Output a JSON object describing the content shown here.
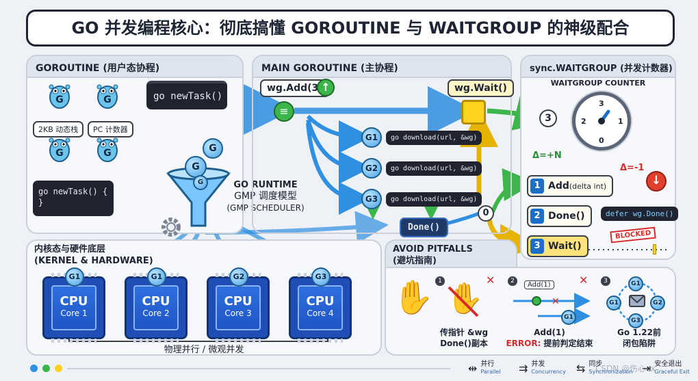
{
  "title": "GO 并发编程核心：彻底搞懂 GOROUTINE 与 WAITGROUP 的神级配合",
  "goroutine_panel": {
    "header": "GOROUTINE (用户态协程)",
    "code": "go newTask()",
    "code_block_line1": "go newTask() {",
    "code_block_line2": "}",
    "chip_stack": "2KB 动态栈",
    "chip_pc": "PC 计数器",
    "gopher_label": "G"
  },
  "scheduler": {
    "label1": "GO RUNTIME",
    "label2": "GMP 调度模型",
    "label3": "(GMP SCHEDULER)",
    "g_label": "G"
  },
  "main_panel": {
    "header": "MAIN GOROUTINE (主协程)",
    "add_label": "wg.Add(3)",
    "wait_label": "wg.Wait()",
    "tasks": [
      {
        "g": "G1",
        "code": "go download(url, &wg)"
      },
      {
        "g": "G2",
        "code": "go download(url, &wg)"
      },
      {
        "g": "G3",
        "code": "go download(url, &wg)"
      }
    ],
    "done_label": "Done()"
  },
  "waitgroup_panel": {
    "header": "sync.WAITGROUP (并发计数器)",
    "counter_title": "WAITGROUP COUNTER",
    "dial_ticks": [
      "3",
      "2",
      "1",
      "0"
    ],
    "counter_badge": "3",
    "zero_badge": "0",
    "delta_plus": "Δ=+N",
    "delta_minus": "Δ=-1",
    "steps": [
      {
        "num": "1",
        "label": "Add",
        "suffix": "(delta int)"
      },
      {
        "num": "2",
        "label": "Done()",
        "suffix": ""
      },
      {
        "num": "3",
        "label": "Wait()",
        "suffix": ""
      }
    ],
    "defer_label": "defer wg.Done()",
    "blocked_label": "BLOCKED"
  },
  "kernel_panel": {
    "header1": "内核态与硬件底层",
    "header2": "(KERNEL & HARDWARE)",
    "cpus": [
      {
        "g": "G1",
        "name": "CPU",
        "core": "Core 1"
      },
      {
        "g": "G1",
        "name": "CPU",
        "core": "Core 2"
      },
      {
        "g": "G2",
        "name": "CPU",
        "core": "Core 3"
      },
      {
        "g": "G3",
        "name": "CPU",
        "core": "Core 4"
      }
    ],
    "footer": "物理并行 / 微观并发"
  },
  "pitfalls_panel": {
    "header1": "AVOID PITFALLS",
    "header2": "(避坑指南)",
    "item1_num": "1",
    "item1_line1": "传指针 &wg",
    "item1_line2": "Done()副本",
    "item2_num": "2",
    "item2_tag": "Add(1)",
    "item2_line1": "Add(1)",
    "item2_error": "ERROR:",
    "item2_error_text": "提前判定结束",
    "item2_g": "G1",
    "item3_num": "3",
    "item3_line1": "Go 1.22前",
    "item3_line2": "闭包陷阱",
    "item3_nodes": [
      "G1",
      "G1",
      "G2",
      "G3"
    ],
    "x_mark": "✕"
  },
  "legend": [
    {
      "icon": "⇹",
      "cn": "并行",
      "en": "Parallel"
    },
    {
      "icon": "⇉",
      "cn": "并发",
      "en": "Concurrency"
    },
    {
      "icon": "⇆",
      "cn": "同步",
      "en": "Synchronization"
    },
    {
      "icon": "⇥",
      "cn": "安全退出",
      "en": "Graceful Exit"
    }
  ],
  "watermark": "CSDN @伤心cx",
  "colors": {
    "blue_flow": "#2f8fe0",
    "green_flow": "#3cb54a",
    "yellow_flow": "#f2c417",
    "red_flow": "#e0412c"
  }
}
